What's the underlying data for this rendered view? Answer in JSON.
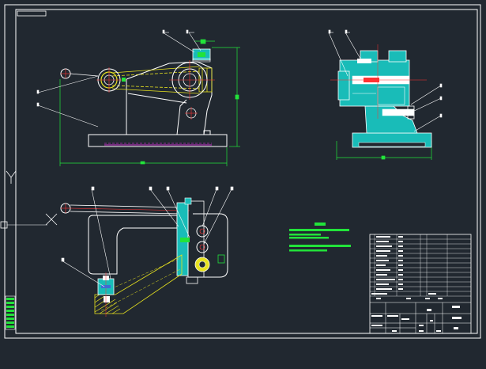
{
  "drawing": {
    "title": "",
    "colors": {
      "background": "#212830",
      "outline": "#ffffff",
      "dimension": "#22e33a",
      "section_fill": "#19bcb8",
      "hatch_yellow": "#e7e21f",
      "center_line": "#ff3333",
      "hidden_line": "#ff33ff",
      "bolt_blue": "#3f6bd3"
    },
    "views": [
      "front-view",
      "side-section-view",
      "top-section-view"
    ],
    "tech_notes": {
      "heading": "",
      "lines": [
        "",
        "",
        ""
      ]
    },
    "title_block": {
      "parts_rows": 12,
      "labels": [
        "",
        "",
        ""
      ]
    },
    "dimensions": {
      "front_width": "",
      "front_height": "",
      "side_width": ""
    }
  }
}
